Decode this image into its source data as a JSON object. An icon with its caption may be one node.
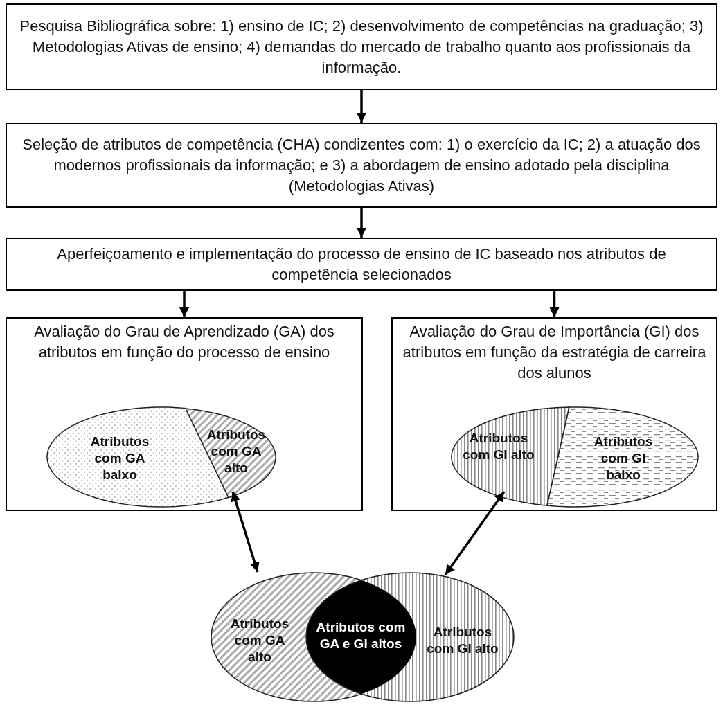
{
  "diagram": {
    "nodes": [
      {
        "text": [
          "Pesquisa Bibliográfica sobre: 1) ensino de IC; 2) desenvolvimento de competências na graduação; 3) Metodologias Ativas de ensino; 4) demandas do mercado de trabalho quanto aos profissionais da informação."
        ]
      },
      {
        "text": [
          "Seleção de atributos de competência (CHA) condizentes com: 1) o exercício da IC; 2) a atuação dos modernos profissionais da informação; e 3) a abordagem de ensino adotado pela disciplina (Metodologias Ativas)"
        ]
      },
      {
        "text": [
          "Aperfeiçoamento e implementação do processo de ensino de IC baseado nos atributos de competência selecionados"
        ]
      },
      {
        "text": [
          "Avaliação do Grau de Aprendizado (GA) dos atributos em função do processo de ensino"
        ]
      },
      {
        "text": [
          "Atributos com GA baixo"
        ],
        "in": 3
      },
      {
        "text": [
          "Atributos com GA alto"
        ],
        "in": 3
      },
      {
        "text": [
          "Avaliação do Grau de Importância (GI) dos atributos em função da estratégia de carreira dos alunos"
        ]
      },
      {
        "text": [
          "Atributos com GI alto"
        ],
        "in": 6
      },
      {
        "text": [
          "Atributos com GI baixo"
        ],
        "in": 6
      },
      {
        "text": [
          "Atributos com GA alto"
        ]
      },
      {
        "text": [
          "Atributos com GA e GI altos"
        ]
      },
      {
        "text": [
          "Atributos com GI alto"
        ]
      }
    ],
    "edges": [
      {
        "from": 0,
        "to": 1,
        "arrow": "to"
      },
      {
        "from": 1,
        "to": 2,
        "arrow": "to"
      },
      {
        "from": 2,
        "to": 3,
        "arrow": "to"
      },
      {
        "from": 2,
        "to": 6,
        "arrow": "to"
      },
      {
        "from": 5,
        "to": 9,
        "arrow": "both"
      },
      {
        "from": 7,
        "to": 11,
        "arrow": "both"
      }
    ]
  }
}
